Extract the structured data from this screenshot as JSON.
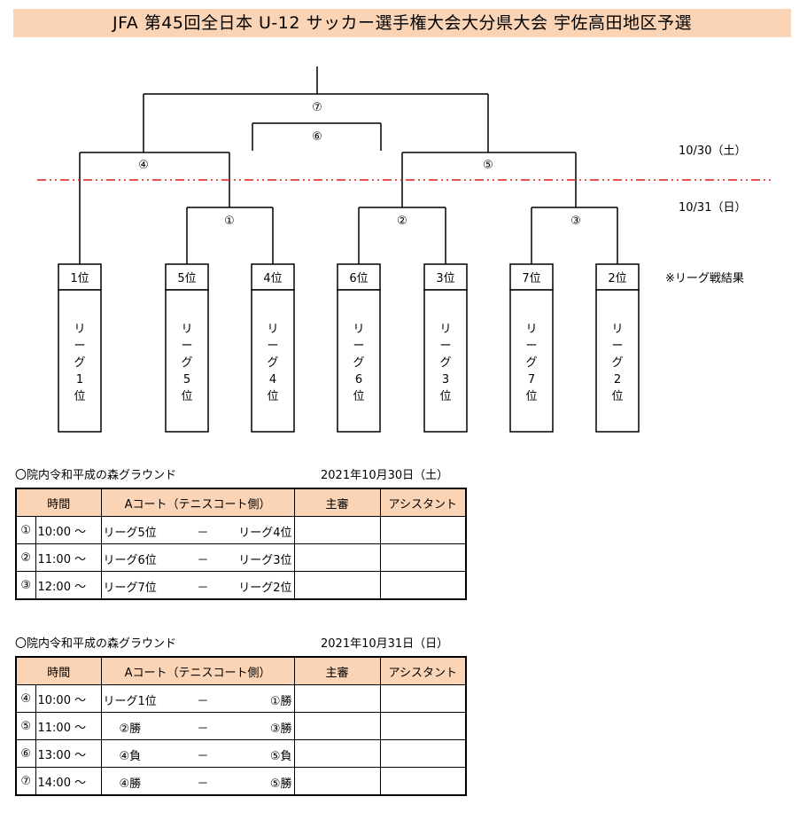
{
  "header": {
    "title": "JFA 第45回全日本 U-12 サッカー選手権大会大分県大会 宇佐高田地区予選"
  },
  "bracket": {
    "match_labels": [
      "①",
      "②",
      "③",
      "④",
      "⑤",
      "⑥",
      "⑦"
    ],
    "day1_label": "10/30（土）",
    "day2_label": "10/31（日）",
    "note": "※リーグ戦結果",
    "slots": [
      {
        "rank": "1位",
        "text": [
          "リ",
          "ー",
          "グ",
          "1",
          "位"
        ]
      },
      {
        "rank": "5位",
        "text": [
          "リ",
          "ー",
          "グ",
          "5",
          "位"
        ]
      },
      {
        "rank": "4位",
        "text": [
          "リ",
          "ー",
          "グ",
          "4",
          "位"
        ]
      },
      {
        "rank": "6位",
        "text": [
          "リ",
          "ー",
          "グ",
          "6",
          "位"
        ]
      },
      {
        "rank": "3位",
        "text": [
          "リ",
          "ー",
          "グ",
          "3",
          "位"
        ]
      },
      {
        "rank": "7位",
        "text": [
          "リ",
          "ー",
          "グ",
          "7",
          "位"
        ]
      },
      {
        "rank": "2位",
        "text": [
          "リ",
          "ー",
          "グ",
          "2",
          "位"
        ]
      }
    ],
    "colors": {
      "divider": "#e31a1c",
      "header_fill": "#fbd3b5"
    }
  },
  "schedule_day1": {
    "venue": "〇院内令和平成の森グラウンド",
    "date": "2021年10月30日（土）",
    "headers": {
      "time": "時間",
      "court": "Aコート（テニスコート側）",
      "referee": "主審",
      "assistant": "アシスタント"
    },
    "rows": [
      {
        "num": "①",
        "time": "10:00 ～",
        "home": "リーグ5位",
        "sep": "－",
        "away": "リーグ4位"
      },
      {
        "num": "②",
        "time": "11:00 ～",
        "home": "リーグ6位",
        "sep": "－",
        "away": "リーグ3位"
      },
      {
        "num": "③",
        "time": "12:00 ～",
        "home": "リーグ7位",
        "sep": "－",
        "away": "リーグ2位"
      }
    ]
  },
  "schedule_day2": {
    "venue": "〇院内令和平成の森グラウンド",
    "date": "2021年10月31日（日）",
    "headers": {
      "time": "時間",
      "court": "Aコート（テニスコート側）",
      "referee": "主審",
      "assistant": "アシスタント"
    },
    "rows": [
      {
        "num": "④",
        "time": "10:00 ～",
        "home": "リーグ1位",
        "sep": "－",
        "away": "①勝"
      },
      {
        "num": "⑤",
        "time": "11:00 ～",
        "home": "②勝",
        "sep": "－",
        "away": "③勝"
      },
      {
        "num": "⑥",
        "time": "13:00 ～",
        "home": "④負",
        "sep": "－",
        "away": "⑤負"
      },
      {
        "num": "⑦",
        "time": "14:00 ～",
        "home": "④勝",
        "sep": "－",
        "away": "⑤勝"
      }
    ]
  }
}
